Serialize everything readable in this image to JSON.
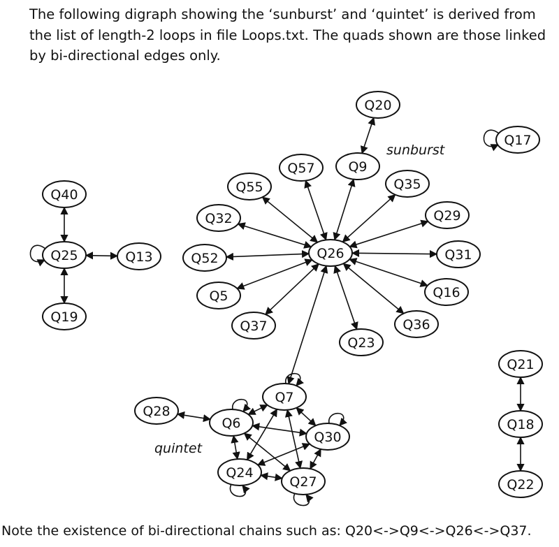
{
  "intro_text": "The following digraph showing the ‘sunburst’ and ‘quintet’ is derived from the list of length-2 loops in file Loops.txt. The quads shown are those linked by bi-directional edges only.",
  "footer_text": "Note the existence of bi-directional chains such as: Q20<->Q9<->Q26<->Q37.",
  "captions": {
    "sunburst": "sunburst",
    "quintet": "quintet"
  },
  "nodes": [
    "Q20",
    "Q17",
    "Q57",
    "Q9",
    "Q55",
    "Q35",
    "Q40",
    "Q32",
    "Q29",
    "Q25",
    "Q13",
    "Q52",
    "Q26",
    "Q31",
    "Q5",
    "Q16",
    "Q19",
    "Q37",
    "Q36",
    "Q23",
    "Q21",
    "Q7",
    "Q28",
    "Q6",
    "Q30",
    "Q18",
    "Q24",
    "Q27",
    "Q22"
  ],
  "edges": [
    {
      "from": "Q20",
      "to": "Q9"
    },
    {
      "from": "Q26",
      "to": "Q57"
    },
    {
      "from": "Q26",
      "to": "Q9"
    },
    {
      "from": "Q26",
      "to": "Q55"
    },
    {
      "from": "Q26",
      "to": "Q35"
    },
    {
      "from": "Q26",
      "to": "Q32"
    },
    {
      "from": "Q26",
      "to": "Q29"
    },
    {
      "from": "Q26",
      "to": "Q52"
    },
    {
      "from": "Q26",
      "to": "Q31"
    },
    {
      "from": "Q26",
      "to": "Q5"
    },
    {
      "from": "Q26",
      "to": "Q16"
    },
    {
      "from": "Q26",
      "to": "Q37"
    },
    {
      "from": "Q26",
      "to": "Q36"
    },
    {
      "from": "Q26",
      "to": "Q23"
    },
    {
      "from": "Q26",
      "to": "Q7"
    },
    {
      "from": "Q40",
      "to": "Q25"
    },
    {
      "from": "Q25",
      "to": "Q13"
    },
    {
      "from": "Q25",
      "to": "Q19"
    },
    {
      "from": "Q21",
      "to": "Q18"
    },
    {
      "from": "Q18",
      "to": "Q22"
    },
    {
      "from": "Q28",
      "to": "Q6"
    },
    {
      "from": "Q6",
      "to": "Q7"
    },
    {
      "from": "Q6",
      "to": "Q30"
    },
    {
      "from": "Q6",
      "to": "Q24"
    },
    {
      "from": "Q6",
      "to": "Q27"
    },
    {
      "from": "Q7",
      "to": "Q30"
    },
    {
      "from": "Q7",
      "to": "Q24"
    },
    {
      "from": "Q7",
      "to": "Q27"
    },
    {
      "from": "Q30",
      "to": "Q24"
    },
    {
      "from": "Q30",
      "to": "Q27"
    },
    {
      "from": "Q24",
      "to": "Q27"
    }
  ],
  "self_loops": [
    "Q17",
    "Q25",
    "Q6",
    "Q7",
    "Q30",
    "Q24",
    "Q27"
  ]
}
